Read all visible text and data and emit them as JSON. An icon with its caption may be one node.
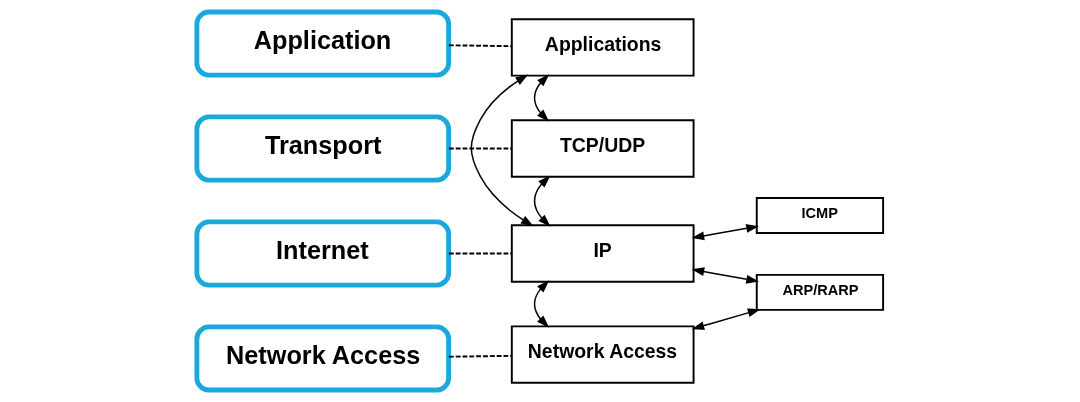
{
  "diagram": {
    "nodes": [
      {
        "text": [
          "Application"
        ]
      },
      {
        "text": [
          "Transport"
        ]
      },
      {
        "text": [
          "Internet"
        ]
      },
      {
        "text": [
          "Network Access"
        ]
      },
      {
        "text": [
          "Applications"
        ]
      },
      {
        "text": [
          "TCP/UDP"
        ]
      },
      {
        "text": [
          "IP"
        ]
      },
      {
        "text": [
          "ICMP"
        ]
      },
      {
        "text": [
          "ARP/RARP"
        ]
      },
      {
        "text": [
          "Network Access"
        ]
      }
    ],
    "edges": [
      {
        "from": 0,
        "to": 4,
        "arrow": "none",
        "style": "dashed"
      },
      {
        "from": 1,
        "to": 5,
        "arrow": "none",
        "style": "dashed"
      },
      {
        "from": 2,
        "to": 6,
        "arrow": "none",
        "style": "dashed"
      },
      {
        "from": 3,
        "to": 9,
        "arrow": "none",
        "style": "dashed"
      },
      {
        "from": 4,
        "to": 6,
        "arrow": "both"
      },
      {
        "from": 4,
        "to": 5,
        "arrow": "both"
      },
      {
        "from": 5,
        "to": 6,
        "arrow": "both"
      },
      {
        "from": 6,
        "to": 7,
        "arrow": "both"
      },
      {
        "from": 6,
        "to": 8,
        "arrow": "both"
      },
      {
        "from": 6,
        "to": 9,
        "arrow": "both"
      },
      {
        "from": 8,
        "to": 9,
        "arrow": "both"
      }
    ]
  }
}
